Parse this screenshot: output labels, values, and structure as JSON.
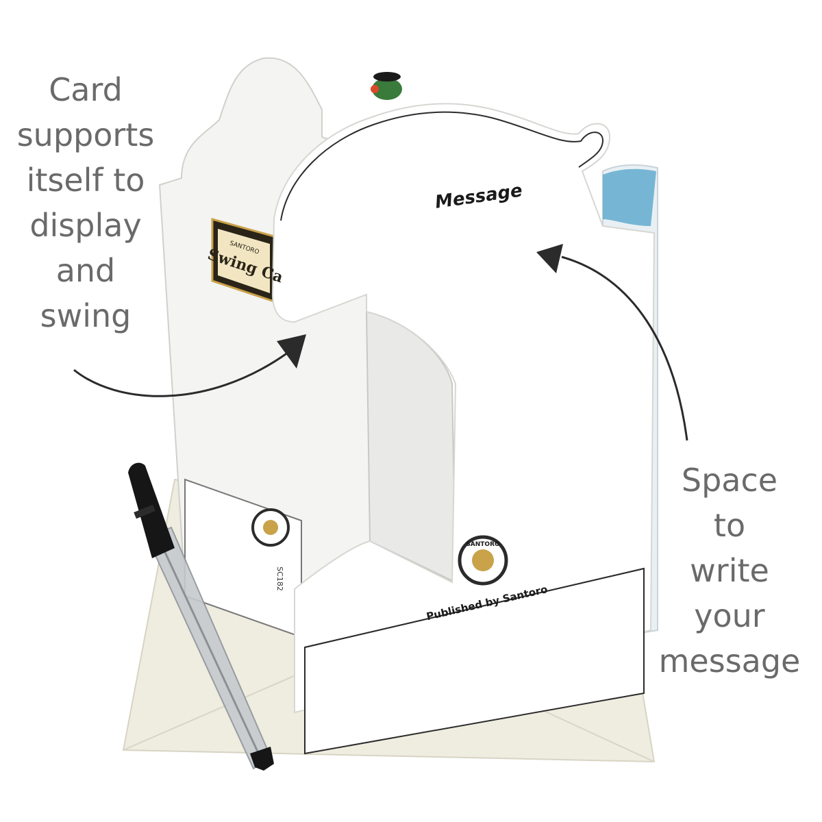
{
  "callouts": {
    "left_lines": [
      "Card",
      "supports",
      "itself to",
      "display",
      "and",
      "swing"
    ],
    "right_lines": [
      "Space",
      "to",
      "write",
      "your",
      "message"
    ]
  },
  "card": {
    "message_label": "Message",
    "back_label": "Swing Ca",
    "back_brand": "SANTORO",
    "publisher": "Published by Santoro",
    "badge_text": "SANTORO",
    "code": "SC182"
  },
  "colors": {
    "callout_text": "#6a6a6a",
    "card_white": "#ffffff",
    "card_shadow": "#e2e2e0",
    "envelope": "#efece0",
    "outline": "#2b2b2b",
    "pen_body": "#bcc0c4",
    "pen_cap": "#161616",
    "label_gold": "#c9a24a"
  }
}
